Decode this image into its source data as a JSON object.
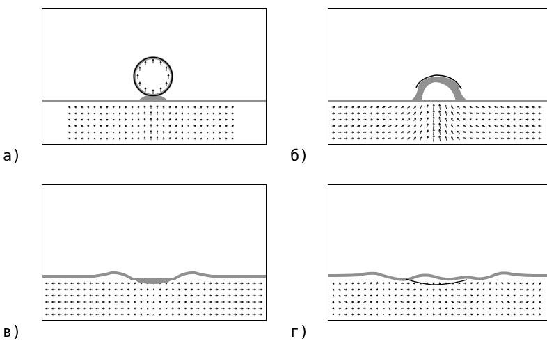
{
  "figure": {
    "panels": [
      {
        "id": "a",
        "label": "а)"
      },
      {
        "id": "b",
        "label": "б)"
      },
      {
        "id": "c",
        "label": "в)"
      },
      {
        "id": "d",
        "label": "г)"
      }
    ]
  },
  "colors": {
    "interface": "#909090",
    "frame": "#000000",
    "vector": "#000000",
    "background": "#ffffff"
  }
}
